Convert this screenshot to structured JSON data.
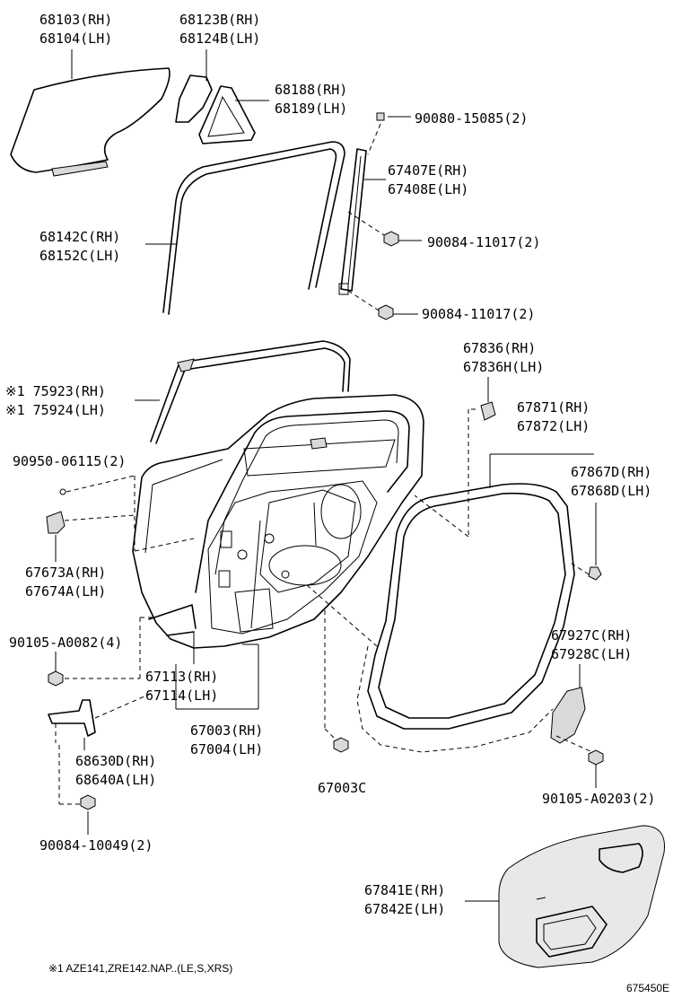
{
  "labels": {
    "l68103": [
      "68103(RH)",
      "68104(LH)"
    ],
    "l68123": [
      "68123B(RH)",
      "68124B(LH)"
    ],
    "l68188": [
      "68188(RH)",
      "68189(LH)"
    ],
    "l90080": [
      "90080-15085(2)"
    ],
    "l67407": [
      "67407E(RH)",
      "67408E(LH)"
    ],
    "l68142": [
      "68142C(RH)",
      "68152C(LH)"
    ],
    "l90084a": [
      "90084-11017(2)"
    ],
    "l90084b": [
      "90084-11017(2)"
    ],
    "l67836": [
      "67836(RH)",
      "67836H(LH)"
    ],
    "l75923": [
      "※1 75923(RH)",
      "※1 75924(LH)"
    ],
    "l67871": [
      "67871(RH)",
      "67872(LH)"
    ],
    "l90950": [
      "90950-06115(2)"
    ],
    "l67867": [
      "67867D(RH)",
      "67868D(LH)"
    ],
    "l67673": [
      "67673A(RH)",
      "67674A(LH)"
    ],
    "l90105a": [
      "90105-A0082(4)"
    ],
    "l67927": [
      "67927C(RH)",
      "67928C(LH)"
    ],
    "l67113": [
      "67113(RH)",
      "67114(LH)"
    ],
    "l67003": [
      "67003(RH)",
      "67004(LH)"
    ],
    "l68630": [
      "68630D(RH)",
      "68640A(LH)"
    ],
    "l67003C": [
      "67003C"
    ],
    "l90105b": [
      "90105-A0203(2)"
    ],
    "l90084c": [
      "90084-10049(2)"
    ],
    "l67841": [
      "67841E(RH)",
      "67842E(LH)"
    ]
  },
  "footnote": "※1 AZE141,ZRE142.NAP..(LE,S,XRS)",
  "diagram_code": "675450E"
}
